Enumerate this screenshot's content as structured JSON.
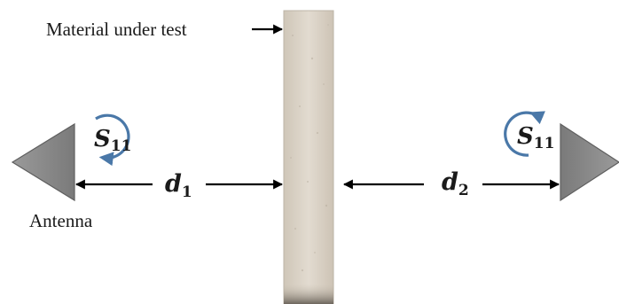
{
  "labels": {
    "material": "Material under test",
    "antenna": "Antenna"
  },
  "left_antenna": {
    "s_param": {
      "symbol": "S",
      "subscript": "11"
    }
  },
  "right_antenna": {
    "s_param": {
      "symbol": "S",
      "subscript": "11"
    }
  },
  "distances": {
    "d1": {
      "symbol": "d",
      "subscript": "1"
    },
    "d2": {
      "symbol": "d",
      "subscript": "2"
    }
  },
  "colors": {
    "arrow": "#000000",
    "rotation_arrow": "#4a78a8",
    "antenna_fill": "#8c8c8c",
    "slab_fill": "#d9d0c4"
  },
  "icons": {
    "antenna": "horn-antenna-icon",
    "rotation": "curved-arrow-icon"
  }
}
